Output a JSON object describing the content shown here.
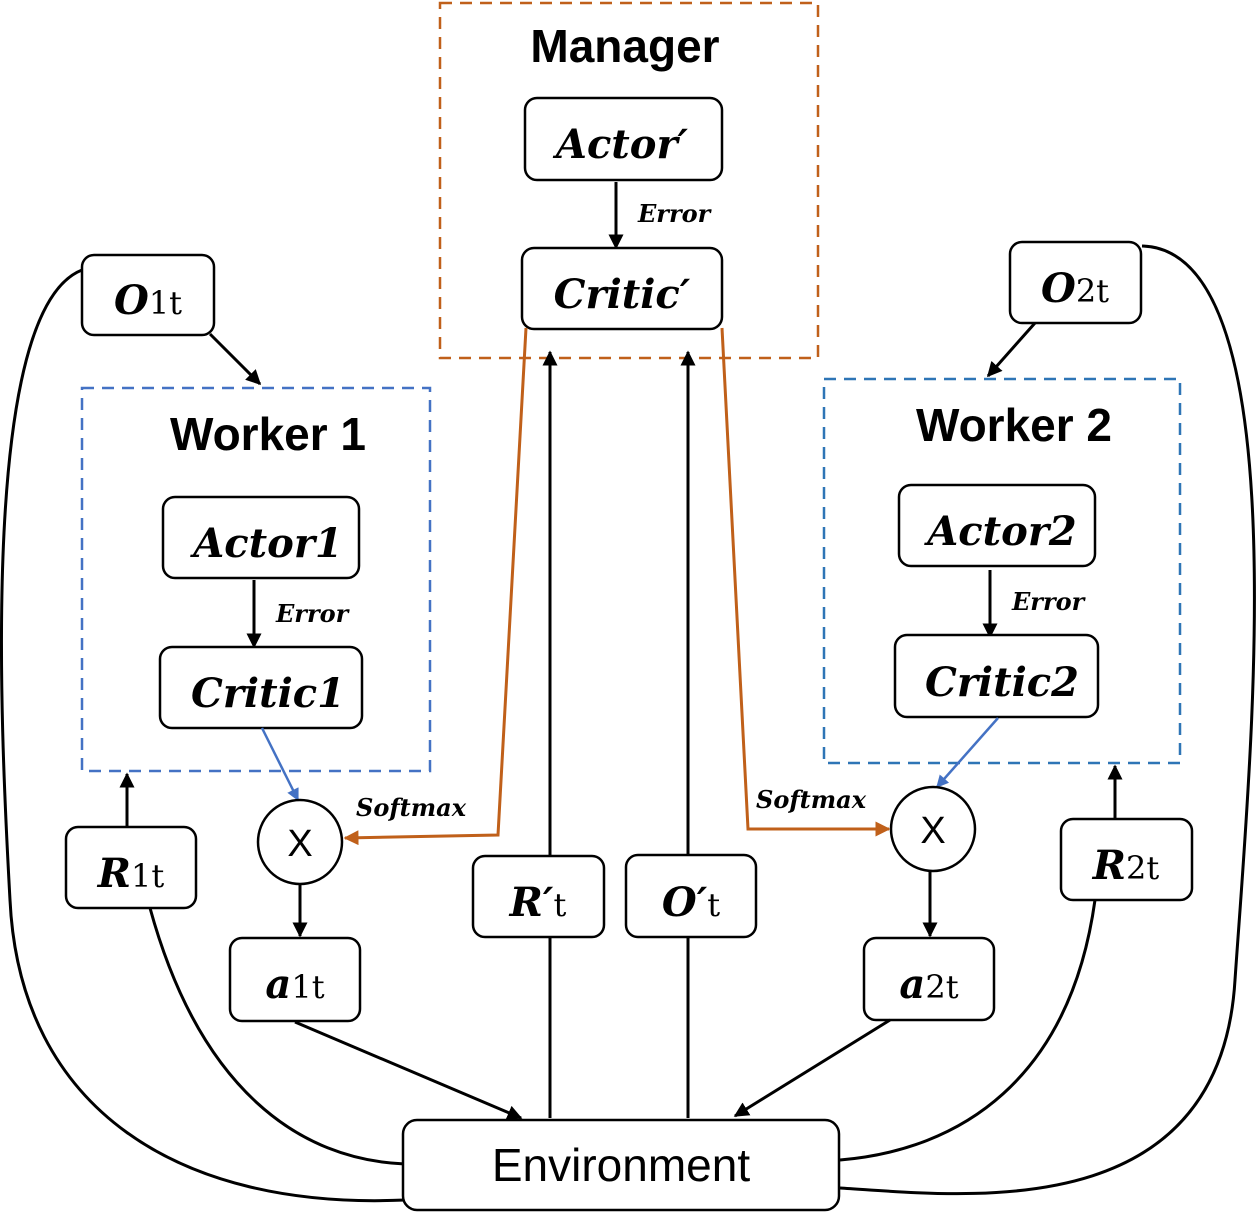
{
  "manager": {
    "title": "Manager",
    "actor": "Actor′",
    "critic": "Critic′",
    "error": "Error"
  },
  "worker1": {
    "title": "Worker 1",
    "actor": "Actor1",
    "critic": "Critic1",
    "error": "Error"
  },
  "worker2": {
    "title": "Worker 2",
    "actor": "Actor2",
    "critic": "Critic2",
    "error": "Error"
  },
  "signals": {
    "o1": {
      "main": "O",
      "sub": "1t"
    },
    "o2": {
      "main": "O",
      "sub": "2t"
    },
    "r1": {
      "main": "R",
      "sub": "1t"
    },
    "r2": {
      "main": "R",
      "sub": "2t"
    },
    "a1": {
      "main": "a",
      "sub": "1t"
    },
    "a2": {
      "main": "a",
      "sub": "2t"
    },
    "rprime": {
      "main": "R′",
      "sub": "t"
    },
    "oprime": {
      "main": "O′",
      "sub": "t"
    }
  },
  "softmax_left": "Softmax",
  "softmax_right": "Softmax",
  "multiply_symbol": "X",
  "environment": "Environment",
  "colors": {
    "manager_border": "#c0601a",
    "worker1_border": "#4472c4",
    "worker2_border": "#2e75b6",
    "softmax_arrow": "#c0601a",
    "critic_arrow": "#4472c4"
  }
}
